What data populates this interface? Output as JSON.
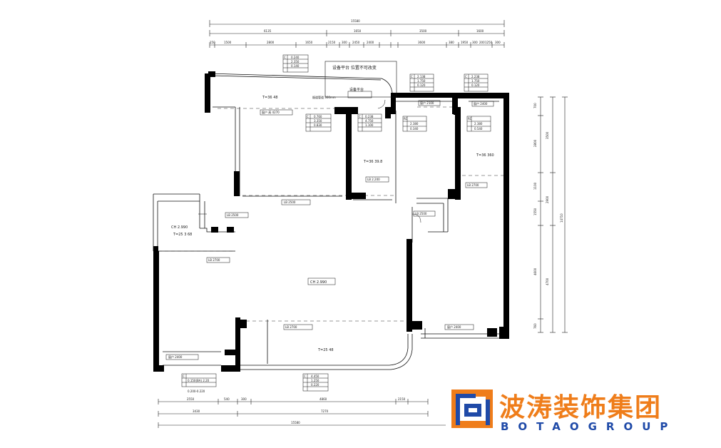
{
  "top_dims": {
    "overall": "15580",
    "row2": [
      "6135",
      "1650",
      "3500",
      "1600"
    ],
    "row3": [
      "150",
      "1500",
      "2800",
      "1650",
      "2150",
      "300",
      "2450",
      "2400",
      "3600",
      "380",
      "1950",
      "300",
      "200",
      "1250",
      "300"
    ]
  },
  "right_dims": {
    "col1": [
      "700",
      "2800",
      "1100",
      "1550",
      "4600",
      "760"
    ],
    "col2": [
      "3500",
      "2900",
      "4700"
    ],
    "overall": "14710"
  },
  "bottom_dims": {
    "row1": [
      "2550",
      "540",
      "300",
      "4860",
      "2150"
    ],
    "row2": [
      "3430",
      "7270"
    ],
    "overall": "15580"
  },
  "notes": {
    "equipment_platform_title": "设备平台 位置不可改变",
    "equipment_platform": "设备平台",
    "pipe_well": "烟道管道 300mm"
  },
  "rooms": {
    "kitchen_top": "T=36 48",
    "bedroom_small": "T=36 39.8",
    "bedroom_right": "T=36 360",
    "bath_left": "CH 2.990",
    "bath_left_t": "T=25 3 68",
    "living": "CH 2.990",
    "balcony_bottom": "T=25 48"
  },
  "windows": {
    "top_left": "窗户 高 4270",
    "top_mid": "窗户 2100",
    "top_right": "窗户 2400",
    "mid_left": "LB 2500",
    "mid_center": "LB 2500",
    "mid_right": "LB 2500",
    "right_mid": "LB 2700",
    "bath_beam": "LB 2700",
    "living_beam": "LB 2700",
    "bottom_left": "窗户 2400",
    "bottom_right": "窗户 2400",
    "small_bed": "LB 2.200"
  },
  "legends": {
    "top_a": [
      "C",
      "0.240",
      "2.350",
      "0.140"
    ],
    "top_b": [
      "C",
      "2.138",
      "1.750",
      "0.120"
    ],
    "top_c": [
      "C",
      "2.238",
      "1.750",
      "0.120"
    ],
    "mid_a": [
      "C",
      "0.760",
      "3.350",
      "0.830"
    ],
    "mid_b": [
      "C",
      "0.238",
      "4.750",
      "1.100"
    ],
    "mid_c": [
      "RC",
      "2.380",
      "0.340"
    ],
    "mid_d": [
      "RC",
      "2.380",
      "0.540"
    ],
    "bot_a": [
      "C",
      "0.150(BA) 2.20",
      "0.200-0.220"
    ],
    "bot_b": [
      "C",
      "4.450",
      "1.250",
      "0.220"
    ]
  },
  "logo": {
    "chinese": "波涛装饰集团",
    "english": "BOTAOGROUP"
  },
  "colors": {
    "wall": "#000000",
    "line": "#222222",
    "logo_orange": "#ef7d1a",
    "logo_blue": "#1f4aa8"
  }
}
